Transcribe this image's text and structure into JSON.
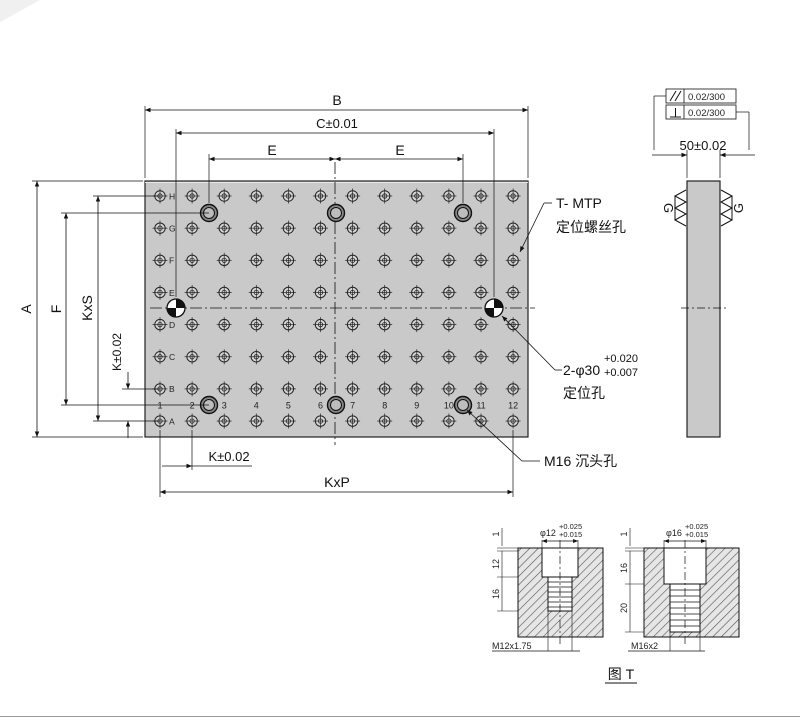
{
  "plate": {
    "row_labels": [
      "H",
      "G",
      "F",
      "E",
      "D",
      "C",
      "B",
      "A"
    ],
    "col_labels": [
      "1",
      "2",
      "3",
      "4",
      "5",
      "6",
      "7",
      "8",
      "9",
      "10",
      "11",
      "12"
    ]
  },
  "dims": {
    "B": "B",
    "C": "C±0.01",
    "E_left": "E",
    "E_right": "E",
    "A": "A",
    "F": "F",
    "KxS": "KxS",
    "K_v": "K±0.02",
    "K_h": "K±0.02",
    "KxP": "KxP"
  },
  "callouts": {
    "tmtp_line1": "T- MTP",
    "tmtp_line2": "定位螺丝孔",
    "pin_main": "2-φ30",
    "pin_tol_upper": "+0.020",
    "pin_tol_lower": "+0.007",
    "pin_line2": "定位孔",
    "m16": "M16 沉头孔"
  },
  "side_view": {
    "parallelism": "0.02/300",
    "perpendicularity": "0.02/300",
    "thickness": "50±0.02",
    "grind_left": "G",
    "grind_right": "G"
  },
  "detail_t": {
    "left": {
      "dia": "φ12",
      "tol_upper": "+0.025",
      "tol_lower": "+0.015",
      "dim_1": "1",
      "dim_2": "12",
      "dim_3": "16",
      "thread": "M12x1.75"
    },
    "right": {
      "dia": "φ16",
      "tol_upper": "+0.025",
      "tol_lower": "+0.015",
      "dim_1": "1",
      "dim_2": "16",
      "dim_3": "20",
      "thread": "M16x2"
    },
    "caption": "图 T"
  }
}
